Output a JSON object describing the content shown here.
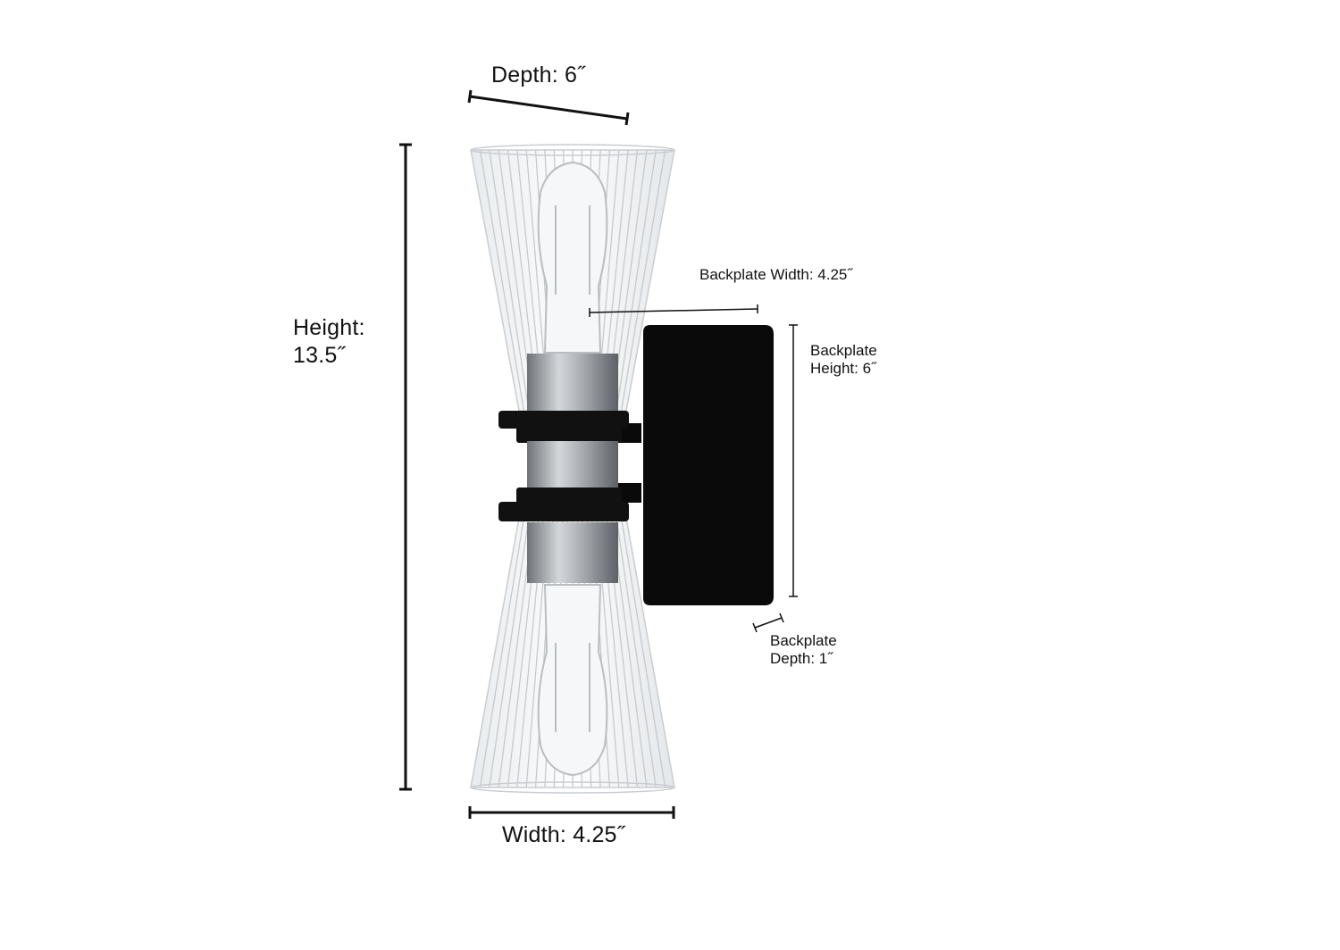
{
  "dimensions": {
    "depth": "Depth: 6˝",
    "height_line1": "Height:",
    "height_line2": "13.5˝",
    "width": "Width: 4.25˝",
    "backplate_width": "Backplate Width: 4.25˝",
    "backplate_height_line1": "Backplate",
    "backplate_height_line2": "Height: 6˝",
    "backplate_depth_line1": "Backplate",
    "backplate_depth_line2": "Depth: 1˝"
  },
  "colors": {
    "line": "#111111",
    "backplate": "#0a0a0a",
    "band": "#111111",
    "nickel": "#a9acb1",
    "glass_rib": "#bfc4c8"
  }
}
